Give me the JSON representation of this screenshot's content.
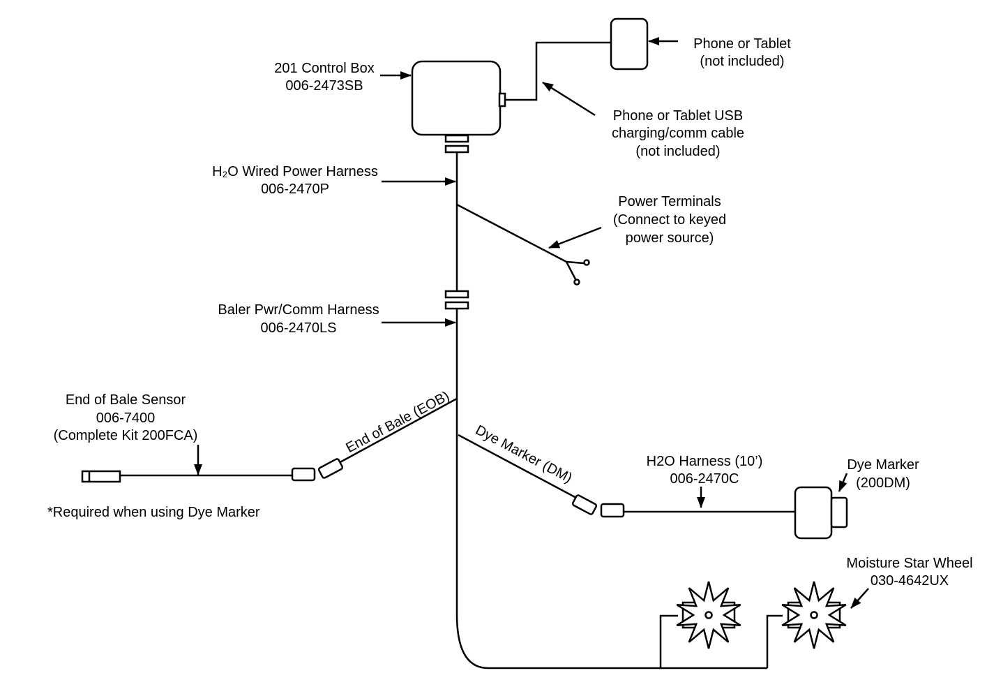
{
  "labels": {
    "control_box": [
      "201 Control Box",
      "006-2473SB"
    ],
    "phone": [
      "Phone or Tablet",
      "(not included)"
    ],
    "usb_cable": [
      "Phone or Tablet USB",
      "charging/comm cable",
      "(not included)"
    ],
    "power_harness": [
      "H₂O Wired Power Harness",
      "006-2470P"
    ],
    "power_terminals": [
      "Power Terminals",
      "(Connect to keyed",
      "power source)"
    ],
    "baler_harness": [
      "Baler Pwr/Comm Harness",
      "006-2470LS"
    ],
    "eob_sensor": [
      "End of Bale Sensor",
      "006-7400",
      "(Complete Kit 200FCA)"
    ],
    "eob_note": "*Required when using Dye Marker",
    "eob_cable": "End of Bale (EOB)",
    "dm_cable": "Dye Marker (DM)",
    "h2o_harness": [
      "H2O Harness (10’)",
      "006-2470C"
    ],
    "dye_marker": [
      "Dye Marker",
      "(200DM)"
    ],
    "star_wheel": [
      "Moisture Star Wheel",
      "030-4642UX"
    ]
  }
}
